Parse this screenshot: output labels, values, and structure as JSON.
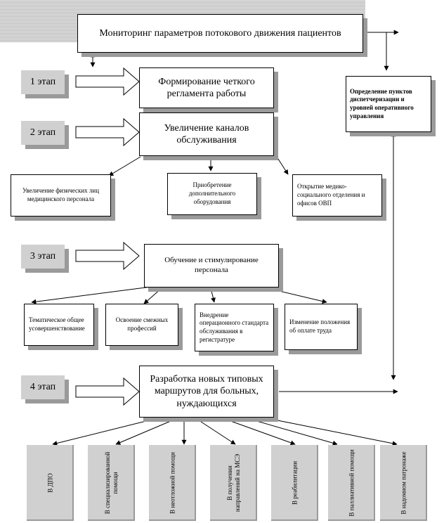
{
  "top_box": "Мониторинг параметров потокового движения пациентов",
  "side_box": "Определение пунктов диспетчеризации и уровней оперативного управления",
  "stages": [
    {
      "label": "1 этап",
      "box": "Формирование четкого регламента работы"
    },
    {
      "label": "2 этап",
      "box": "Увеличение каналов обслуживания"
    },
    {
      "label": "3 этап",
      "box": "Обучение и стимулирование персонала"
    },
    {
      "label": "4 этап",
      "box": "Разработка новых типовых маршрутов для больных, нуждающихся"
    }
  ],
  "stage2_children": [
    "Увеличение физических лиц медицинского персонала",
    "Приобретение дополнительного оборудования",
    "Открытие медико-социального отделения и офисов ОВП"
  ],
  "stage3_children": [
    "Тематическое общее усовершенствование",
    "Освоение смежных профессий",
    "Внедрение операционного стандарта обслуживания в регистратуре",
    "Изменение положения об оплате труда"
  ],
  "stage4_columns": [
    "В ДПО",
    "В специализированной помощи",
    "В неотложной помощи",
    "В получении направлений на МСЭ",
    "В реабилитации",
    "В паллиативной помощи",
    "В надомном патронаже"
  ],
  "colors": {
    "shadow": "#9a9a9a",
    "fill_gray": "#d0d0d0"
  }
}
